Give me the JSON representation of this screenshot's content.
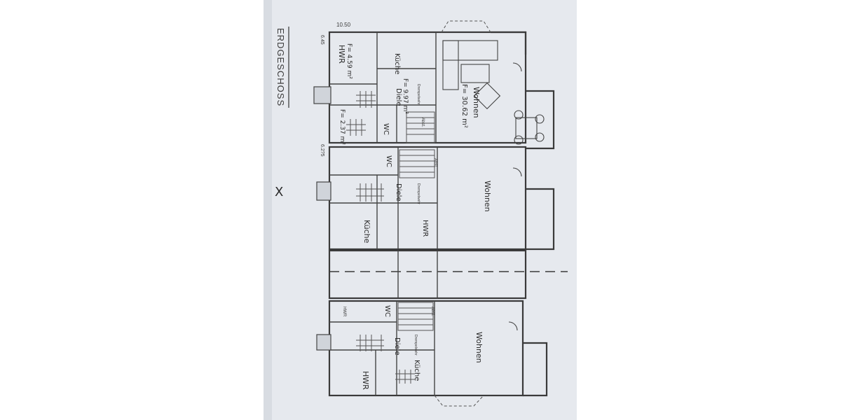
{
  "drawing": {
    "title": "ERDGESCHOSS",
    "dim_top": "10.50",
    "dim_left_1": "6.45",
    "dim_left_2": "6.2?5",
    "north_mark": "X"
  },
  "unit_a": {
    "hwr": "HWR",
    "hwr_area": "F= 4.59 m²",
    "kueche": "Küche",
    "kueche_area": "F= 9.97 m²",
    "diele": "Diele",
    "wc": "WC",
    "wc_area": "F= 2.37 m²",
    "wohnen": "Wohnen",
    "wohnen_area": "F= 30.62 m²",
    "abst": "Abst.",
    "stairs_note": "Drempelwehr"
  },
  "unit_b": {
    "wc": "WC",
    "diele": "Diele",
    "kueche": "Küche",
    "hwr": "HWR",
    "wohnen": "Wohnen",
    "abst": "Abst.",
    "stairs_note": "Drempelwehr"
  },
  "unit_c": {
    "wc": "WC",
    "diele": "Diele",
    "hwr": "HWR",
    "kueche": "Küche",
    "wohnen": "Wohnen",
    "abst": "Abst.",
    "stairs_note": "Drempelwehr",
    "hwr_small": "HWR"
  }
}
